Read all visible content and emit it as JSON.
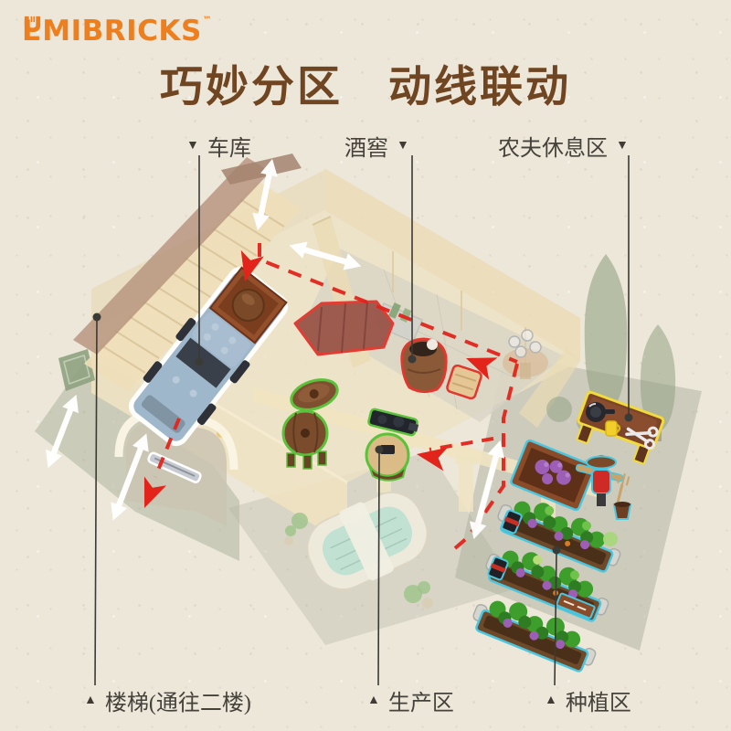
{
  "brand": {
    "logo_text": "LUMIBRICKS",
    "logo_prefix": "L",
    "logo_suffix": "MIBRICKS",
    "trademark": "™",
    "color": "#EE7F1E"
  },
  "title": {
    "text": "巧妙分区　动线联动",
    "color": "#6F4522"
  },
  "callouts": {
    "top": [
      {
        "id": "garage",
        "label": "车库",
        "marker": "▼"
      },
      {
        "id": "wine-cellar",
        "label": "酒窖",
        "marker": "▼"
      },
      {
        "id": "farmer-rest",
        "label": "农夫休息区",
        "marker": "▼"
      }
    ],
    "bottom": [
      {
        "id": "stairs",
        "label": "楼梯(通往二楼)",
        "marker": "▲"
      },
      {
        "id": "production",
        "label": "生产区",
        "marker": "▲"
      },
      {
        "id": "planting",
        "label": "种植区",
        "marker": "▲"
      }
    ]
  },
  "scene": {
    "route_color": "#E2241B",
    "arrow_color": "#FFFFFF",
    "highlight_colors": {
      "garage_truck": "#FFFFFF",
      "wine_cellar": "#E2372E",
      "production": "#5BC23B",
      "farmer_rest": "#F2DA3A",
      "planting": "#4AC6DE"
    }
  }
}
